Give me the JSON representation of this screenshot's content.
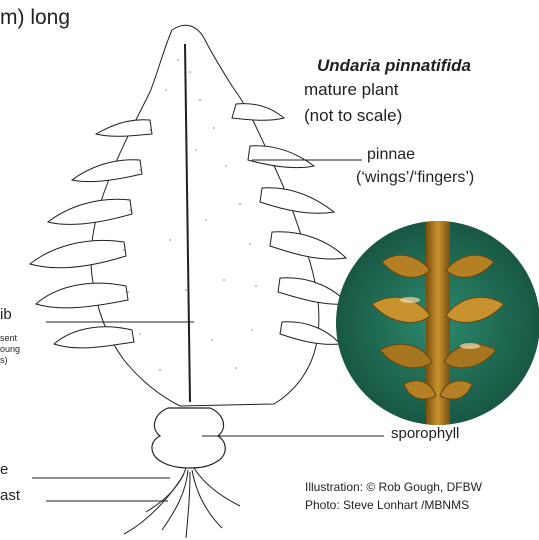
{
  "header": {
    "length_text": "m) long"
  },
  "species": {
    "name": "Undaria pinnatifida",
    "line2": "mature plant",
    "line3": "(not to scale)"
  },
  "labels": {
    "pinnae": "pinnae",
    "pinnae_sub": "(‘wings’/‘fingers’)",
    "midrib": "ib",
    "midrib_note_1": "sent",
    "midrib_note_2": "oung",
    "midrib_note_3": "s)",
    "sporophyll": "sporophyll",
    "stipe": "e",
    "holdfast": "ast"
  },
  "credits": {
    "illustration": "Illustration: © Rob Gough, DFBW",
    "photo": "Photo: Steve Lonhart /MBNMS"
  },
  "colors": {
    "ink": "#231f20",
    "photo_bg": "#1f6b55",
    "kelp": "#a57520"
  }
}
